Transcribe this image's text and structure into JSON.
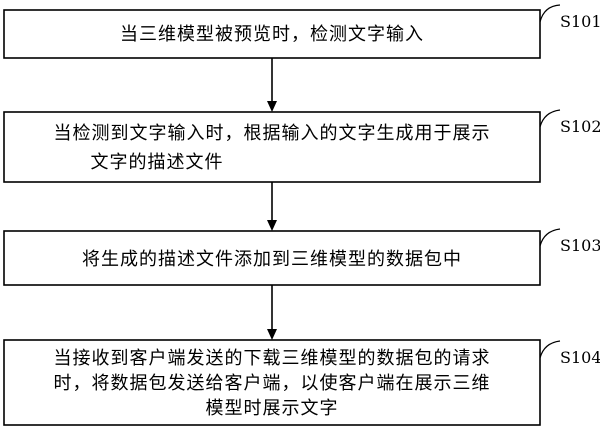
{
  "steps": [
    {
      "id": "S101",
      "lines": [
        "当三维模型被预览时，检测文字输入"
      ]
    },
    {
      "id": "S102",
      "lines": [
        "当检测到文字输入时，根据输入的文字生成用于展示",
        "文字的描述文件"
      ]
    },
    {
      "id": "S103",
      "lines": [
        "将生成的描述文件添加到三维模型的数据包中"
      ]
    },
    {
      "id": "S104",
      "lines": [
        "当接收到客户端发送的下载三维模型的数据包的请求",
        "时，将数据包发送给客户端，以使客户端在展示三维",
        "模型时展示文字"
      ]
    }
  ]
}
